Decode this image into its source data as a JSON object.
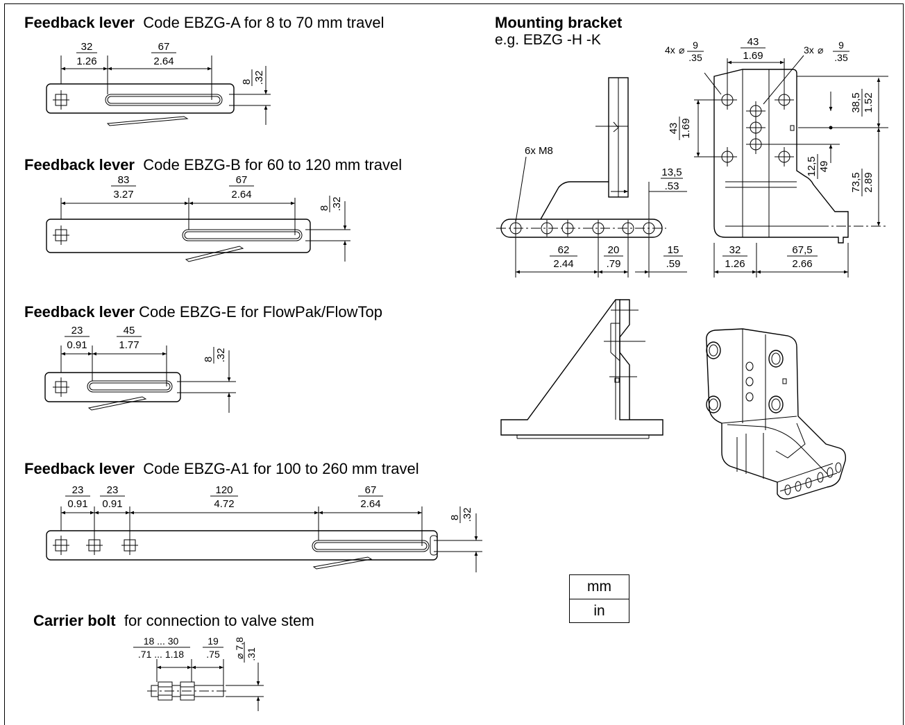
{
  "lever_a": {
    "title": "Feedback lever",
    "desc": "Code EBZG-A for 8 to 70 mm travel",
    "d1_mm": "32",
    "d1_in": "1.26",
    "d2_mm": "67",
    "d2_in": "2.64",
    "t_mm": "8",
    "t_in": ".32"
  },
  "lever_b": {
    "title": "Feedback lever",
    "desc": "Code EBZG-B for 60 to 120 mm travel",
    "d1_mm": "83",
    "d1_in": "3.27",
    "d2_mm": "67",
    "d2_in": "2.64",
    "t_mm": "8",
    "t_in": ".32"
  },
  "lever_e": {
    "title": "Feedback lever",
    "desc": "Code EBZG-E for FlowPak/FlowTop",
    "d1_mm": "23",
    "d1_in": "0.91",
    "d2_mm": "45",
    "d2_in": "1.77",
    "t_mm": "8",
    "t_in": ".32"
  },
  "lever_a1": {
    "title": "Feedback lever",
    "desc": "Code EBZG-A1 for 100 to 260 mm travel",
    "d1_mm": "23",
    "d1_in": "0.91",
    "d2_mm": "23",
    "d2_in": "0.91",
    "d3_mm": "120",
    "d3_in": "4.72",
    "d4_mm": "67",
    "d4_in": "2.64",
    "t_mm": "8",
    "t_in": ".32"
  },
  "carrier": {
    "title": "Carrier bolt",
    "desc": "for connection to valve stem",
    "d1_mm": "18 ... 30",
    "d1_in": ".71 ... 1.18",
    "d2_mm": "19",
    "d2_in": ".75",
    "dia_mm": "7,8",
    "dia_in": ".31"
  },
  "bracket": {
    "title": "Mounting bracket",
    "sub": "e.g. EBZG -H -K",
    "holes4": "4x",
    "holes3": "3x",
    "hole_mm": "9",
    "hole_in": ".35",
    "w_mm": "43",
    "w_in": "1.69",
    "thread": "6x M8",
    "h1_mm": "43",
    "h1_in": "1.69",
    "off_mm": "13,5",
    "off_in": ".53",
    "b62_mm": "62",
    "b62_in": "2.44",
    "b20_mm": "20",
    "b20_in": ".79",
    "b15_mm": "15",
    "b15_in": ".59",
    "v385_mm": "38,5",
    "v385_in": "1.52",
    "v125_mm": "12,5",
    "v125_in": "49",
    "v735_mm": "73,5",
    "v735_in": "2.89",
    "b32_mm": "32",
    "b32_in": "1.26",
    "b675_mm": "67,5",
    "b675_in": "2.66"
  },
  "units": {
    "top": "mm",
    "bottom": "in"
  }
}
